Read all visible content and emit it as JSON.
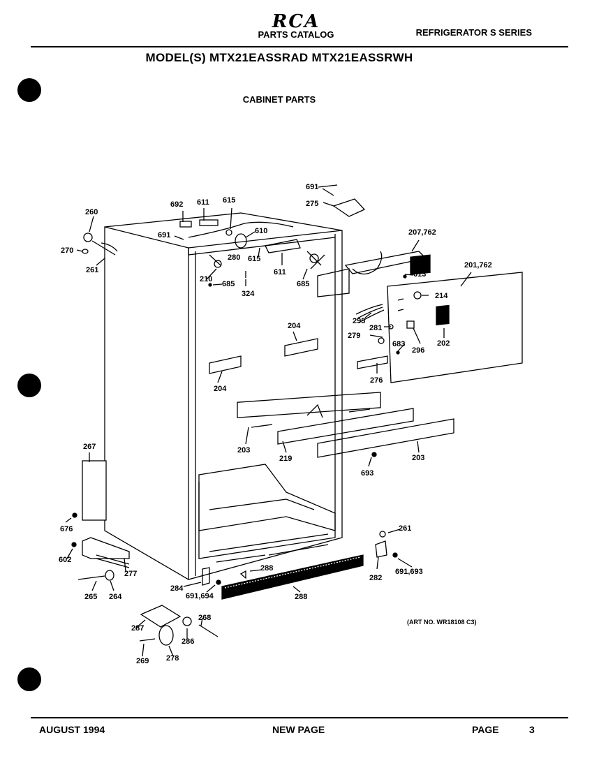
{
  "header": {
    "brand": "RCA",
    "catalog_title": "PARTS CATALOG",
    "series": "REFRIGERATOR S SERIES",
    "model_line": "MODEL(S) MTX21EASSRAD  MTX21EASSRWH",
    "section_title": "CABINET PARTS"
  },
  "art_number": "(ART NO. WR18108 C3)",
  "footer": {
    "date": "AUGUST 1994",
    "status": "NEW PAGE",
    "page_label": "PAGE",
    "page_number": "3"
  },
  "callouts": [
    "691",
    "275",
    "692",
    "611",
    "615",
    "260",
    "691",
    "610",
    "207,762",
    "270",
    "280",
    "615",
    "261",
    "611",
    "613",
    "685",
    "201,762",
    "210",
    "685",
    "324",
    "214",
    "295",
    "281",
    "204",
    "279",
    "683",
    "296",
    "202",
    "204",
    "276",
    "203",
    "219",
    "203",
    "267",
    "693",
    "676",
    "261",
    "602",
    "288",
    "277",
    "282",
    "691,693",
    "284",
    "265",
    "264",
    "691,694",
    "288",
    "268",
    "287",
    "286",
    "269",
    "278"
  ]
}
